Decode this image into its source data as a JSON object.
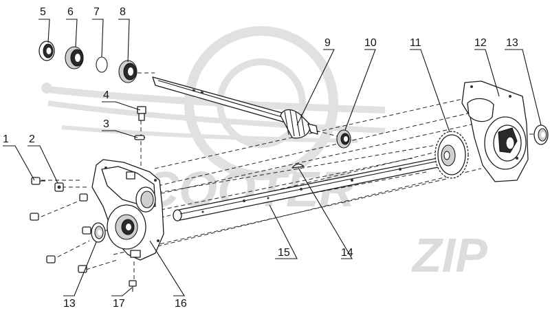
{
  "watermark": {
    "brand": "SCOOTER",
    "suffix": "ZIP"
  },
  "labels": {
    "p1": "1",
    "p2": "2",
    "p3": "3",
    "p4": "4",
    "p5": "5",
    "p6": "6",
    "p7": "7",
    "p8": "8",
    "p9": "9",
    "p10": "10",
    "p11": "11",
    "p12": "12",
    "p13_right": "13",
    "p13_left": "13",
    "p14": "14",
    "p15": "15",
    "p16": "16",
    "p17": "17"
  }
}
